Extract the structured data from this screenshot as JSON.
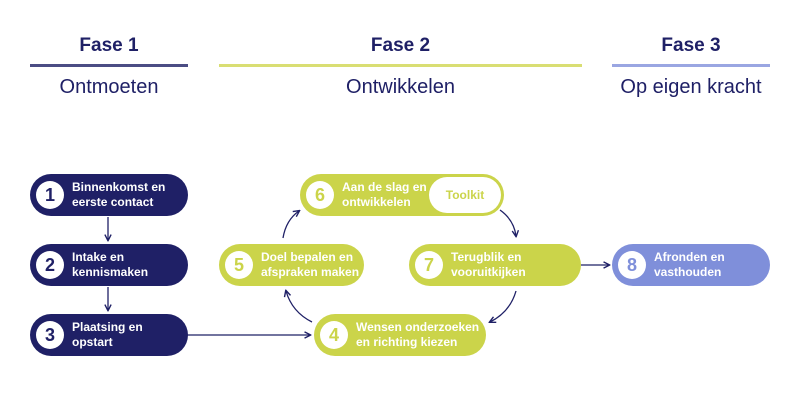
{
  "colors": {
    "navy": "#1f2066",
    "lime": "#cbd44a",
    "periwinkle": "#7f8fda",
    "phase1_line": "#4b4d84",
    "phase2_line": "#d9de73",
    "phase3_line": "#9aa6e2"
  },
  "phases": [
    {
      "title": "Fase 1",
      "subtitle": "Ontmoeten"
    },
    {
      "title": "Fase 2",
      "subtitle": "Ontwikkelen"
    },
    {
      "title": "Fase 3",
      "subtitle": "Op eigen kracht"
    }
  ],
  "steps": [
    {
      "number": "1",
      "label": "Binnenkomst en\neerste contact"
    },
    {
      "number": "2",
      "label": "Intake en\nkennismaken"
    },
    {
      "number": "3",
      "label": "Plaatsing en\nopstart"
    },
    {
      "number": "4",
      "label": "Wensen onderzoeken\nen richting kiezen"
    },
    {
      "number": "5",
      "label": "Doel bepalen en\nafspraken maken"
    },
    {
      "number": "6",
      "label": "Aan de slag en\nontwikkelen",
      "badge": "Toolkit"
    },
    {
      "number": "7",
      "label": "Terugblik en\nvooruitkijken"
    },
    {
      "number": "8",
      "label": "Afronden en\nvasthouden"
    }
  ]
}
